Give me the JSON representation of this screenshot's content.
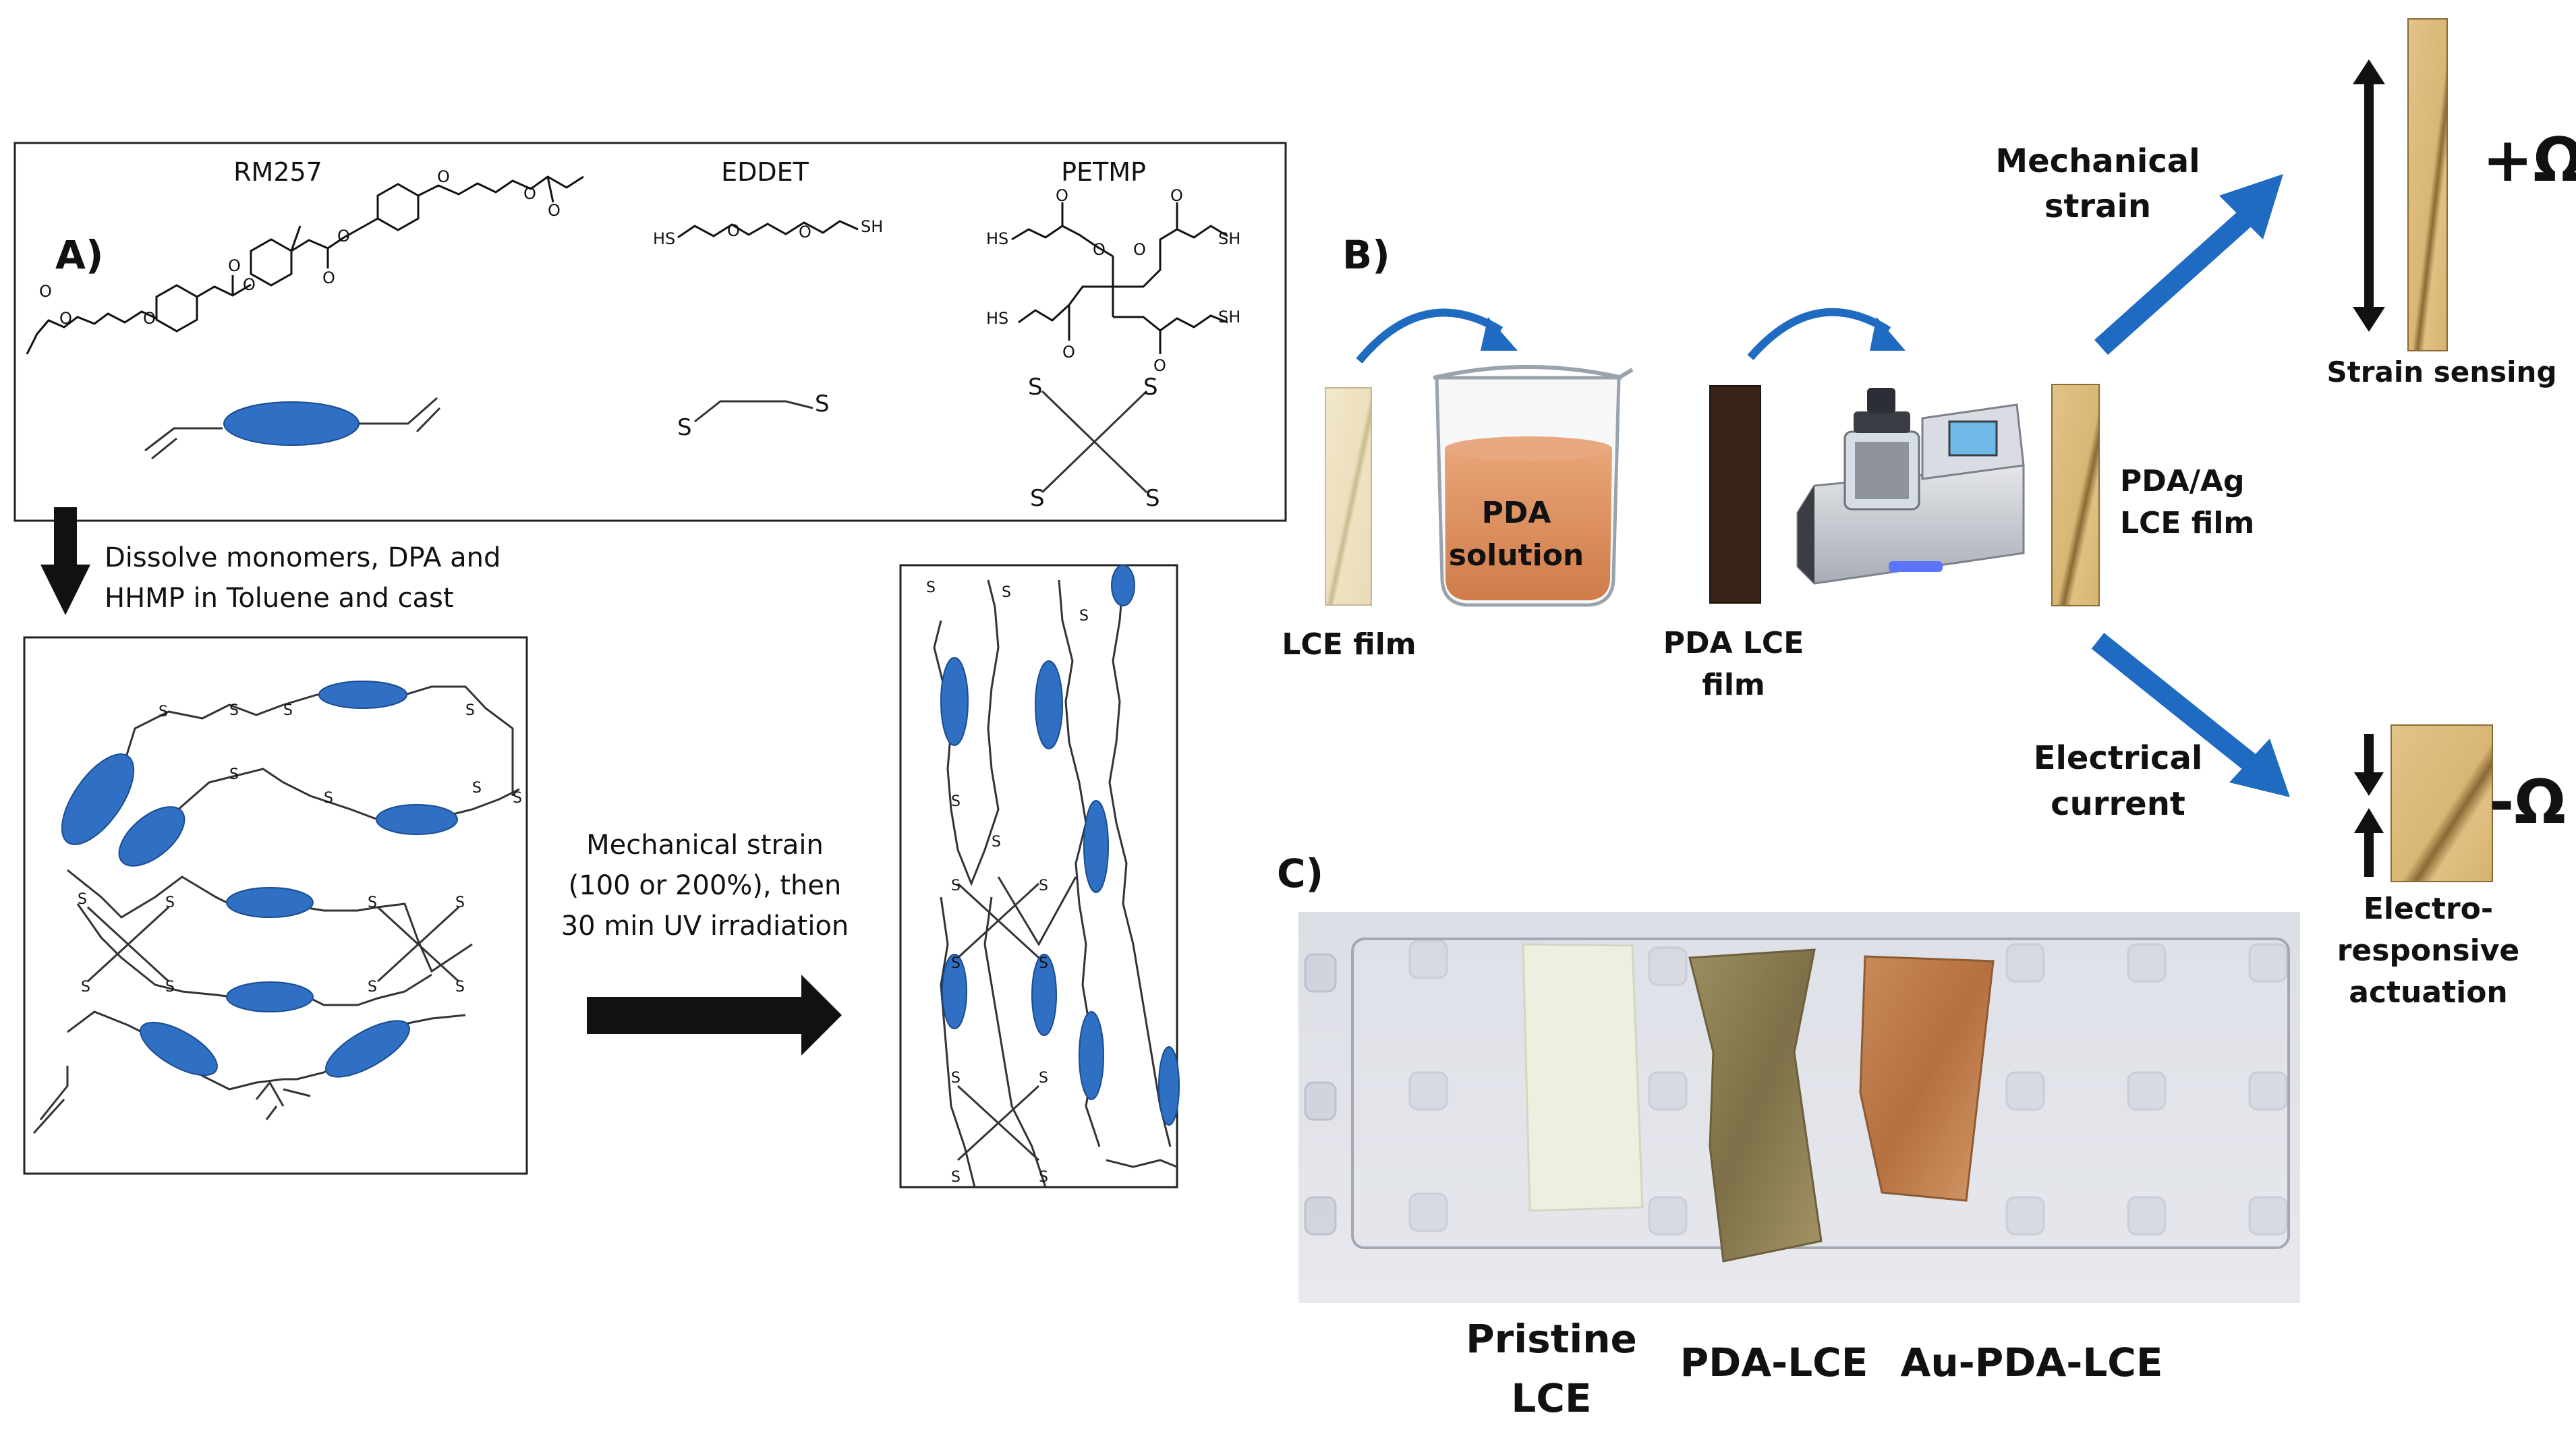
{
  "panel_a": {
    "label": "A)",
    "monomers": [
      {
        "name": "RM257"
      },
      {
        "name": "EDDET"
      },
      {
        "name": "PETMP"
      }
    ],
    "step1_text_line1": "Dissolve monomers, DPA and",
    "step1_text_line2": "HHMP in Toluene and cast",
    "step2_text_line1": "Mechanical strain",
    "step2_text_line2": "(100 or 200%), then",
    "step2_text_line3": "30 min UV irradiation",
    "atom_s": "S",
    "atom_o": "O",
    "atom_hs": "HS",
    "atom_sh": "SH"
  },
  "panel_b": {
    "label": "B)",
    "lce_film": "LCE film",
    "pda_solution_line1": "PDA",
    "pda_solution_line2": "solution",
    "pda_lce_film_line1": "PDA LCE",
    "pda_lce_film_line2": "film",
    "pda_ag_line1": "PDA/Ag",
    "pda_ag_line2": "LCE film",
    "mech_strain_line1": "Mechanical",
    "mech_strain_line2": "strain",
    "elec_current_line1": "Electrical",
    "elec_current_line2": "current",
    "plus_ohm": "+Ω",
    "minus_ohm": "-Ω",
    "strain_sensing": "Strain sensing",
    "electro_line1": "Electro-",
    "electro_line2": "responsive",
    "electro_line3": "actuation"
  },
  "panel_c": {
    "label": "C)",
    "samples": [
      {
        "line1": "Pristine",
        "line2": "LCE"
      },
      {
        "line1": "PDA-LCE",
        "line2": ""
      },
      {
        "line1": "Au-PDA-LCE",
        "line2": ""
      }
    ]
  },
  "colors": {
    "mesogen_blue": "#2f6fc4",
    "arrow_blue": "#1f6bc2",
    "lce_film": "#efe3c4",
    "pda_film": "#3a2418",
    "ag_film": "#dcbd7c",
    "pda_solution": "#d98a55"
  }
}
